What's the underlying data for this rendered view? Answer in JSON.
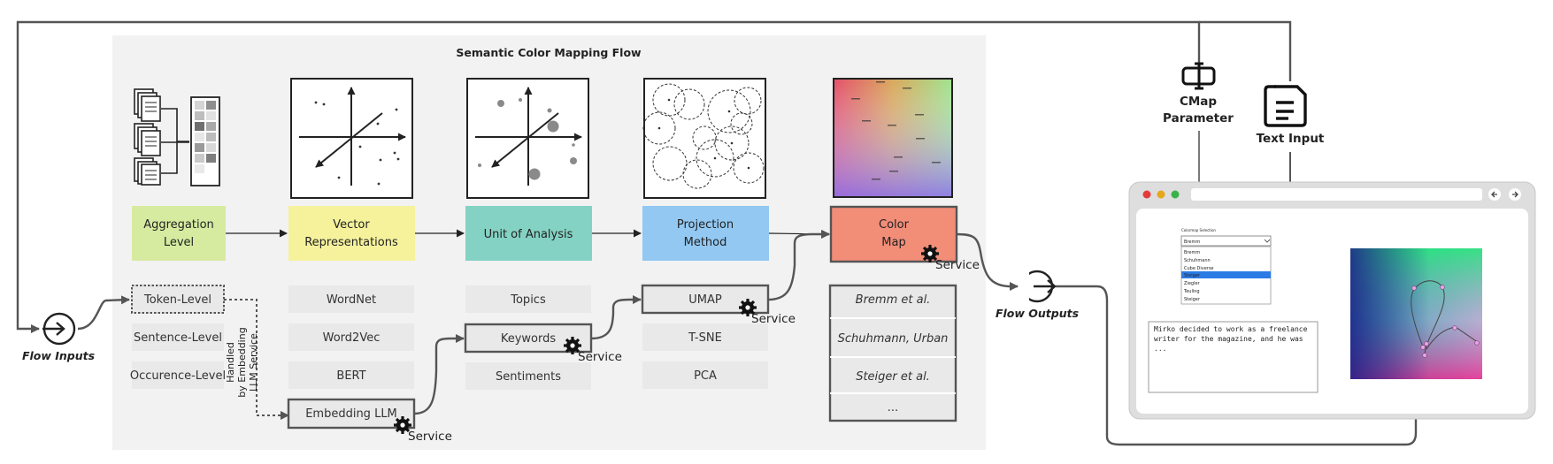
{
  "flow_title": "Semantic Color Mapping Flow",
  "flow_inputs": "Flow Inputs",
  "flow_outputs": "Flow Outputs",
  "service_label": "Service",
  "handled_note": [
    "Handled",
    "by Embedding",
    "LLM Service"
  ],
  "cmap_parameter": [
    "CMap",
    "Parameter"
  ],
  "text_input": "Text Input",
  "stages": [
    {
      "label": [
        "Aggregation",
        "Level"
      ],
      "color": "#d6eba0",
      "options": [
        "Token-Level",
        "Sentence-Level",
        "Occurence-Level"
      ]
    },
    {
      "label": [
        "Vector",
        "Representations"
      ],
      "color": "#f6f29c",
      "options": [
        "WordNet",
        "Word2Vec",
        "BERT",
        "Embedding LLM"
      ]
    },
    {
      "label": [
        "Unit of Analysis"
      ],
      "color": "#84d2c3",
      "options": [
        "Topics",
        "Keywords",
        "Sentiments"
      ]
    },
    {
      "label": [
        "Projection",
        "Method"
      ],
      "color": "#92c8f2",
      "options": [
        "UMAP",
        "T-SNE",
        "PCA"
      ]
    },
    {
      "label": [
        "Color",
        "Map"
      ],
      "color": "#f28d78",
      "options": [
        "Bremm et al.",
        "Schuhmann, Urban",
        "Steiger et al.",
        "..."
      ]
    }
  ],
  "app": {
    "cmap_select_label": "Colormap Selection",
    "cmap_select_value": "Bremm",
    "cmap_options": [
      "Bremm",
      "Schuhmann",
      "Cube Diverse",
      "Steiger",
      "Ziegler",
      "Teuling",
      "Steiger"
    ],
    "text_value": [
      "Mirko decided to work as a freelance",
      "writer for the magazine, and he was",
      "..."
    ]
  },
  "colors": {
    "panel_bg": "#f2f2f2",
    "option_bg": "#e9e9e9",
    "wire": "#555555",
    "app_frame": "#d9d9d9"
  }
}
